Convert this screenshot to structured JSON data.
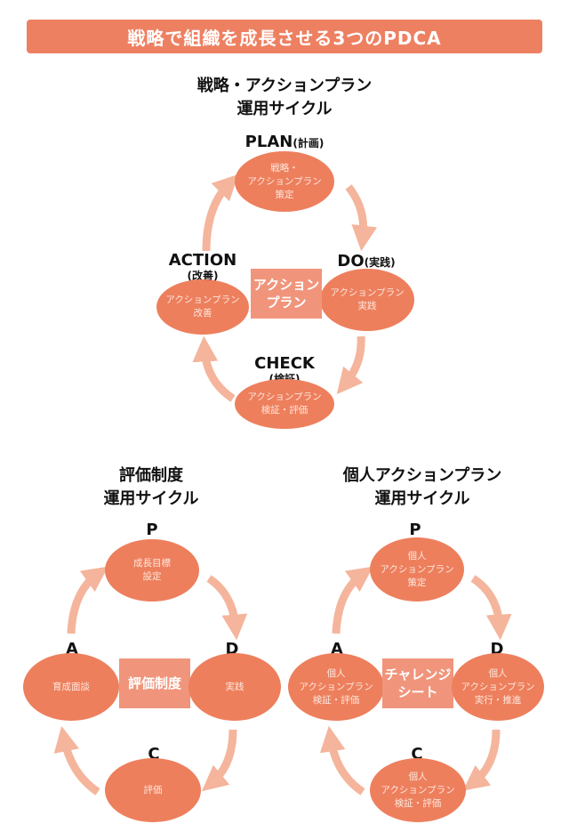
{
  "banner": {
    "title": "戦略で組織を成長させる3つのPDCA"
  },
  "colors": {
    "accent": "#ee8062",
    "node": "#ed7f5d",
    "arrow": "#f4b59c",
    "center": "#f0957b"
  },
  "strategy_cycle": {
    "title_line1": "戦略・アクションプラン",
    "title_line2": "運用サイクル",
    "center_line1": "アクション",
    "center_line2": "プラン",
    "plan": {
      "label": "PLAN",
      "label_sub": "(計画)",
      "lines": [
        "戦略・",
        "アクションプラン",
        "策定"
      ]
    },
    "do": {
      "label": "DO",
      "label_sub": "(実践)",
      "lines": [
        "アクションプラン",
        "実践"
      ]
    },
    "check": {
      "label": "CHECK",
      "label_sub": "(検証)",
      "lines": [
        "アクションプラン",
        "検証・評価"
      ]
    },
    "action": {
      "label": "ACTION",
      "label_sub": "(改善)",
      "lines": [
        "アクションプラン",
        "改善"
      ]
    }
  },
  "evaluation_cycle": {
    "title_line1": "評価制度",
    "title_line2": "運用サイクル",
    "center_line1": "評価制度",
    "p": {
      "label": "P",
      "lines": [
        "成長目標",
        "設定"
      ]
    },
    "d": {
      "label": "D",
      "lines": [
        "実践"
      ]
    },
    "c": {
      "label": "C",
      "lines": [
        "評価"
      ]
    },
    "a": {
      "label": "A",
      "lines": [
        "育成面談"
      ]
    }
  },
  "personal_cycle": {
    "title_line1": "個人アクションプラン",
    "title_line2": "運用サイクル",
    "center_line1": "チャレンジ",
    "center_line2": "シート",
    "p": {
      "label": "P",
      "lines": [
        "個人",
        "アクションプラン",
        "策定"
      ]
    },
    "d": {
      "label": "D",
      "lines": [
        "個人",
        "アクションプラン",
        "実行・推進"
      ]
    },
    "c": {
      "label": "C",
      "lines": [
        "個人",
        "アクションプラン",
        "検証・評価"
      ]
    },
    "a": {
      "label": "A",
      "lines": [
        "個人",
        "アクションプラン",
        "検証・評価"
      ]
    }
  }
}
